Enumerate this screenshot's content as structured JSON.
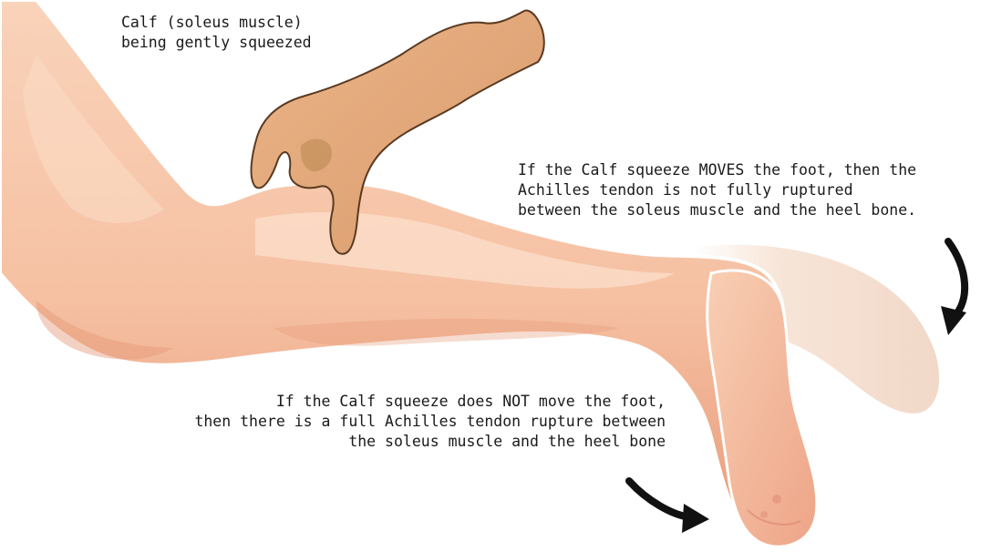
{
  "labels": {
    "calf": [
      "Calf (soleus muscle)",
      "being gently squeezed"
    ],
    "moves": [
      "If the Calf squeeze MOVES the foot, then the",
      "Achilles tendon is not fully ruptured",
      "between the soleus muscle and the heel bone."
    ],
    "not_move": [
      "If the Calf squeeze does NOT move the foot,",
      "then there is a full Achilles tendon rupture between",
      "the soleus muscle and the heel bone"
    ]
  },
  "colors": {
    "skin": "#f6c3a7",
    "skin_light": "#fbdcc6",
    "skin_shadow": "#e59a78",
    "hand": "#e2a77a",
    "hand_outline": "#5a3a22",
    "ghost_foot": "#f3e2d4",
    "arrow": "#111111",
    "outline": "#ffffff"
  },
  "icons": [
    "curved-arrow-icon",
    "curved-arrow-icon"
  ]
}
